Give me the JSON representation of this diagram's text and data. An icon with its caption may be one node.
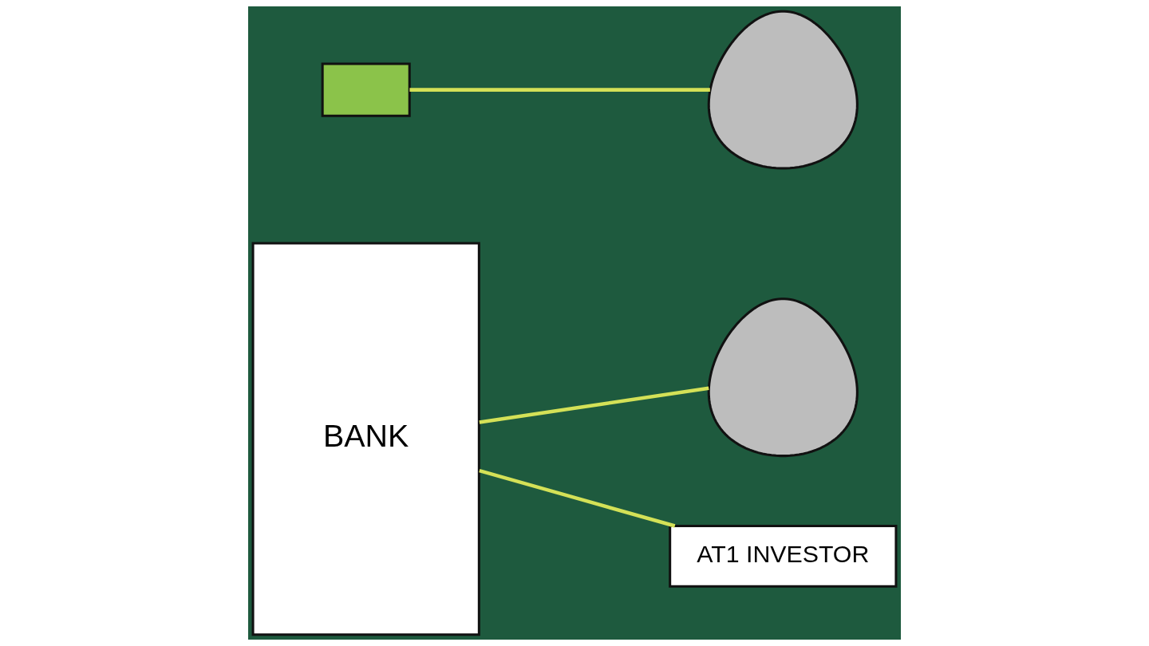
{
  "diagram": {
    "nodes": [
      {
        "text": [
          "BANK"
        ]
      },
      {
        "text": [],
        "shape": "box"
      },
      {
        "text": [],
        "shape": "person"
      },
      {
        "text": [],
        "shape": "person"
      },
      {
        "text": [
          "AT1 INVESTOR"
        ]
      }
    ],
    "edges": [
      {
        "from": 1,
        "to": 2,
        "arrow": "none"
      },
      {
        "from": 0,
        "to": 3,
        "arrow": "none"
      },
      {
        "from": 0,
        "to": 4,
        "arrow": "none"
      }
    ]
  }
}
